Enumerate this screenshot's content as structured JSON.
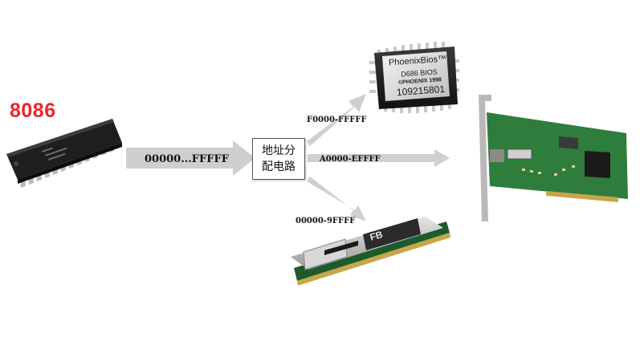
{
  "cpu": {
    "label": "8086"
  },
  "main_arrow": {
    "label": "00000...FFFFF"
  },
  "decoder": {
    "label": "地址分配电路"
  },
  "branches": {
    "bios": {
      "label": "F0000-FFFFF"
    },
    "nic": {
      "label": "A0000-EFFFF"
    },
    "ram": {
      "label": "00000-9FFFF"
    }
  },
  "bios_chip": {
    "brand": "PhoenixBios™",
    "model": "D686 BIOS",
    "copyright": "©PHOENIX 1998",
    "serial": "109215801"
  },
  "colors": {
    "arrow": "#cfcfcf",
    "cpu_label": "#e8262a",
    "pcb_green": "#2f7d3c"
  }
}
